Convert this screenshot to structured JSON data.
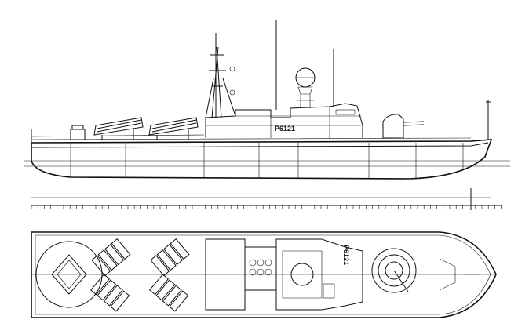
{
  "drawing": {
    "hull_number": "P6121",
    "views": [
      "side-profile",
      "deck-plan"
    ],
    "line_color": "#111111",
    "background": "#ffffff"
  }
}
